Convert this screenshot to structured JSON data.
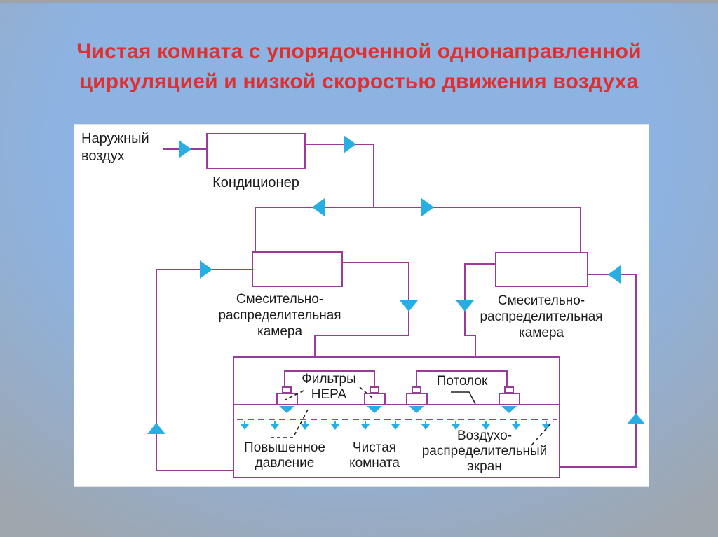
{
  "title": {
    "line1": "Чистая комната с упорядоченной однонаправленной",
    "line2": "циркуляцией и низкой скоростью движения воздуха"
  },
  "colors": {
    "line": "#9a3a9b",
    "arrow": "#29aee4",
    "title": "#e02f2f",
    "slide": "#8db3e2",
    "frame": "#9fa3a8",
    "text": "#1c1c1c"
  },
  "diagram": {
    "outside_air": [
      "Наружный",
      "воздух"
    ],
    "conditioner_label": "Кондиционер",
    "left_chamber_label": [
      "Смесительно-",
      "распределительная",
      "камера"
    ],
    "right_chamber_label": [
      "Смесительно-",
      "распределительная",
      "камера"
    ],
    "hepa_label": [
      "Фильтры",
      "НЕРА"
    ],
    "ceiling_label": "Потолок",
    "overpressure_label": [
      "Повышенное",
      "давление"
    ],
    "clean_room_label": [
      "Чистая",
      "комната"
    ],
    "screen_label": [
      "Воздухо-",
      "распределительный",
      "экран"
    ]
  }
}
